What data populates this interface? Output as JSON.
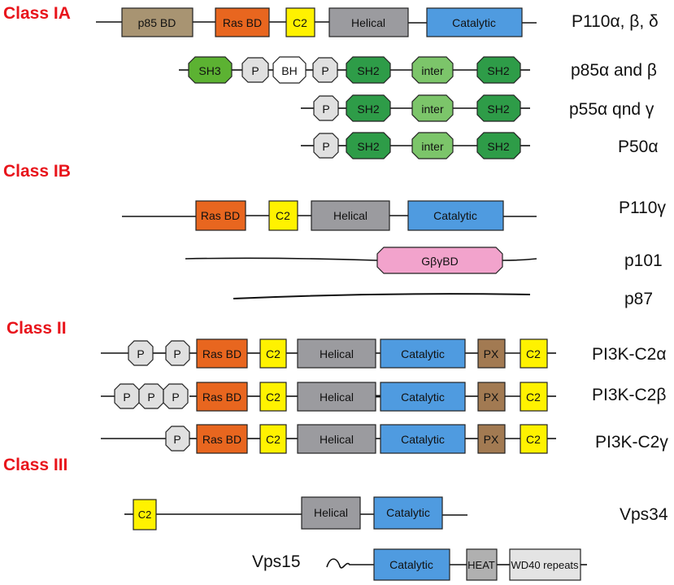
{
  "classes": {
    "IA": "Class IA",
    "IB": "Class IB",
    "II": "Class II",
    "III": "Class III"
  },
  "proteins": {
    "p110_abd": "P110α, β, δ",
    "p85": "p85α and β",
    "p55": "p55α qnd γ",
    "p50": "P50α",
    "p110g": "P110γ",
    "p101": "p101",
    "p87": "p87",
    "c2a": "PI3K-C2α",
    "c2b": "PI3K-C2β",
    "c2g": "PI3K-C2γ",
    "vps34": "Vps34",
    "vps15": "Vps15"
  },
  "domains": {
    "p85bd": "p85 BD",
    "rasbd": "Ras BD",
    "c2": "C2",
    "helical": "Helical",
    "catalytic": "Catalytic",
    "sh3": "SH3",
    "p": "P",
    "bh": "BH",
    "sh2": "SH2",
    "inter": "inter",
    "gbgbd": "GβγBD",
    "px": "PX",
    "heat": "HEAT",
    "wd40": "WD40 repeats"
  },
  "colors": {
    "class_label": "#e8141b",
    "p85bd": "#a89472",
    "rasbd": "#e8661f",
    "c2": "#fff200",
    "helical": "#9b9b9f",
    "catalytic": "#4f9be0",
    "sh3": "#5cb232",
    "sh2": "#2e9c48",
    "inter": "#7cc56a",
    "p_bh": "#e0e0e0",
    "gbgbd": "#f2a3cc",
    "px": "#a27a52",
    "heat": "#b0b0b0",
    "wd40": "#e4e4e4"
  }
}
